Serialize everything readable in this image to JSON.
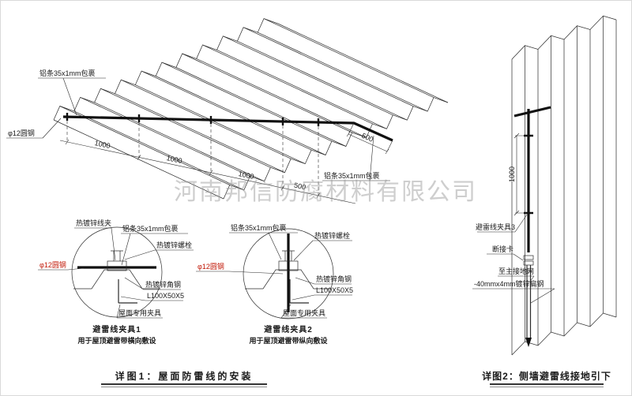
{
  "colors": {
    "line": "#2b2b2b",
    "red": "#c21807",
    "watermark": "#9e9e9e"
  },
  "watermark": "河南邦信防腐材料有限公司",
  "main": {
    "label_alu_left": "铝条35x1mm包裹",
    "label_round_steel": "φ12圆钢",
    "label_alu_right": "铝条35x1mm包裹",
    "dims": {
      "seg1": "1000",
      "seg2": "1000",
      "seg3": "1000",
      "seg4": "500",
      "slope": "500"
    }
  },
  "detail1": {
    "labels": {
      "clip": "热镀锌线夹",
      "alu": "铝条35x1mm包裹",
      "bolt": "热镀锌螺栓",
      "round_steel": "φ12圆钢",
      "angle": "热镀锌角钢",
      "angle_size": "L100X50X5",
      "roof_clamp": "屋面专用夹具"
    },
    "caption_line1": "避雷线夹具1",
    "caption_line2": "用于屋顶避雷带横向敷设"
  },
  "detail2": {
    "labels": {
      "alu": "铝条35x1mm包裹",
      "bolt": "热镀锌螺栓",
      "round_steel": "φ12圆钢",
      "angle": "热镀锌角钢",
      "angle_size": "L100X50X5",
      "roof_clamp": "屋面专用夹具"
    },
    "caption_line1": "避雷线夹具2",
    "caption_line2": "用于屋顶避雷带纵向敷设"
  },
  "wall": {
    "labels": {
      "clamp3": "避雷线夹具3",
      "disconnect": "断接卡",
      "to_ground": "至主接地网",
      "flat_steel": "-40mmx4mm镀锌扁钢"
    },
    "dim_height": "1000"
  },
  "titles": {
    "detail1": "详图1：屋面防雷线的安装",
    "detail2": "详图2：侧墙避雷线接地引下"
  }
}
